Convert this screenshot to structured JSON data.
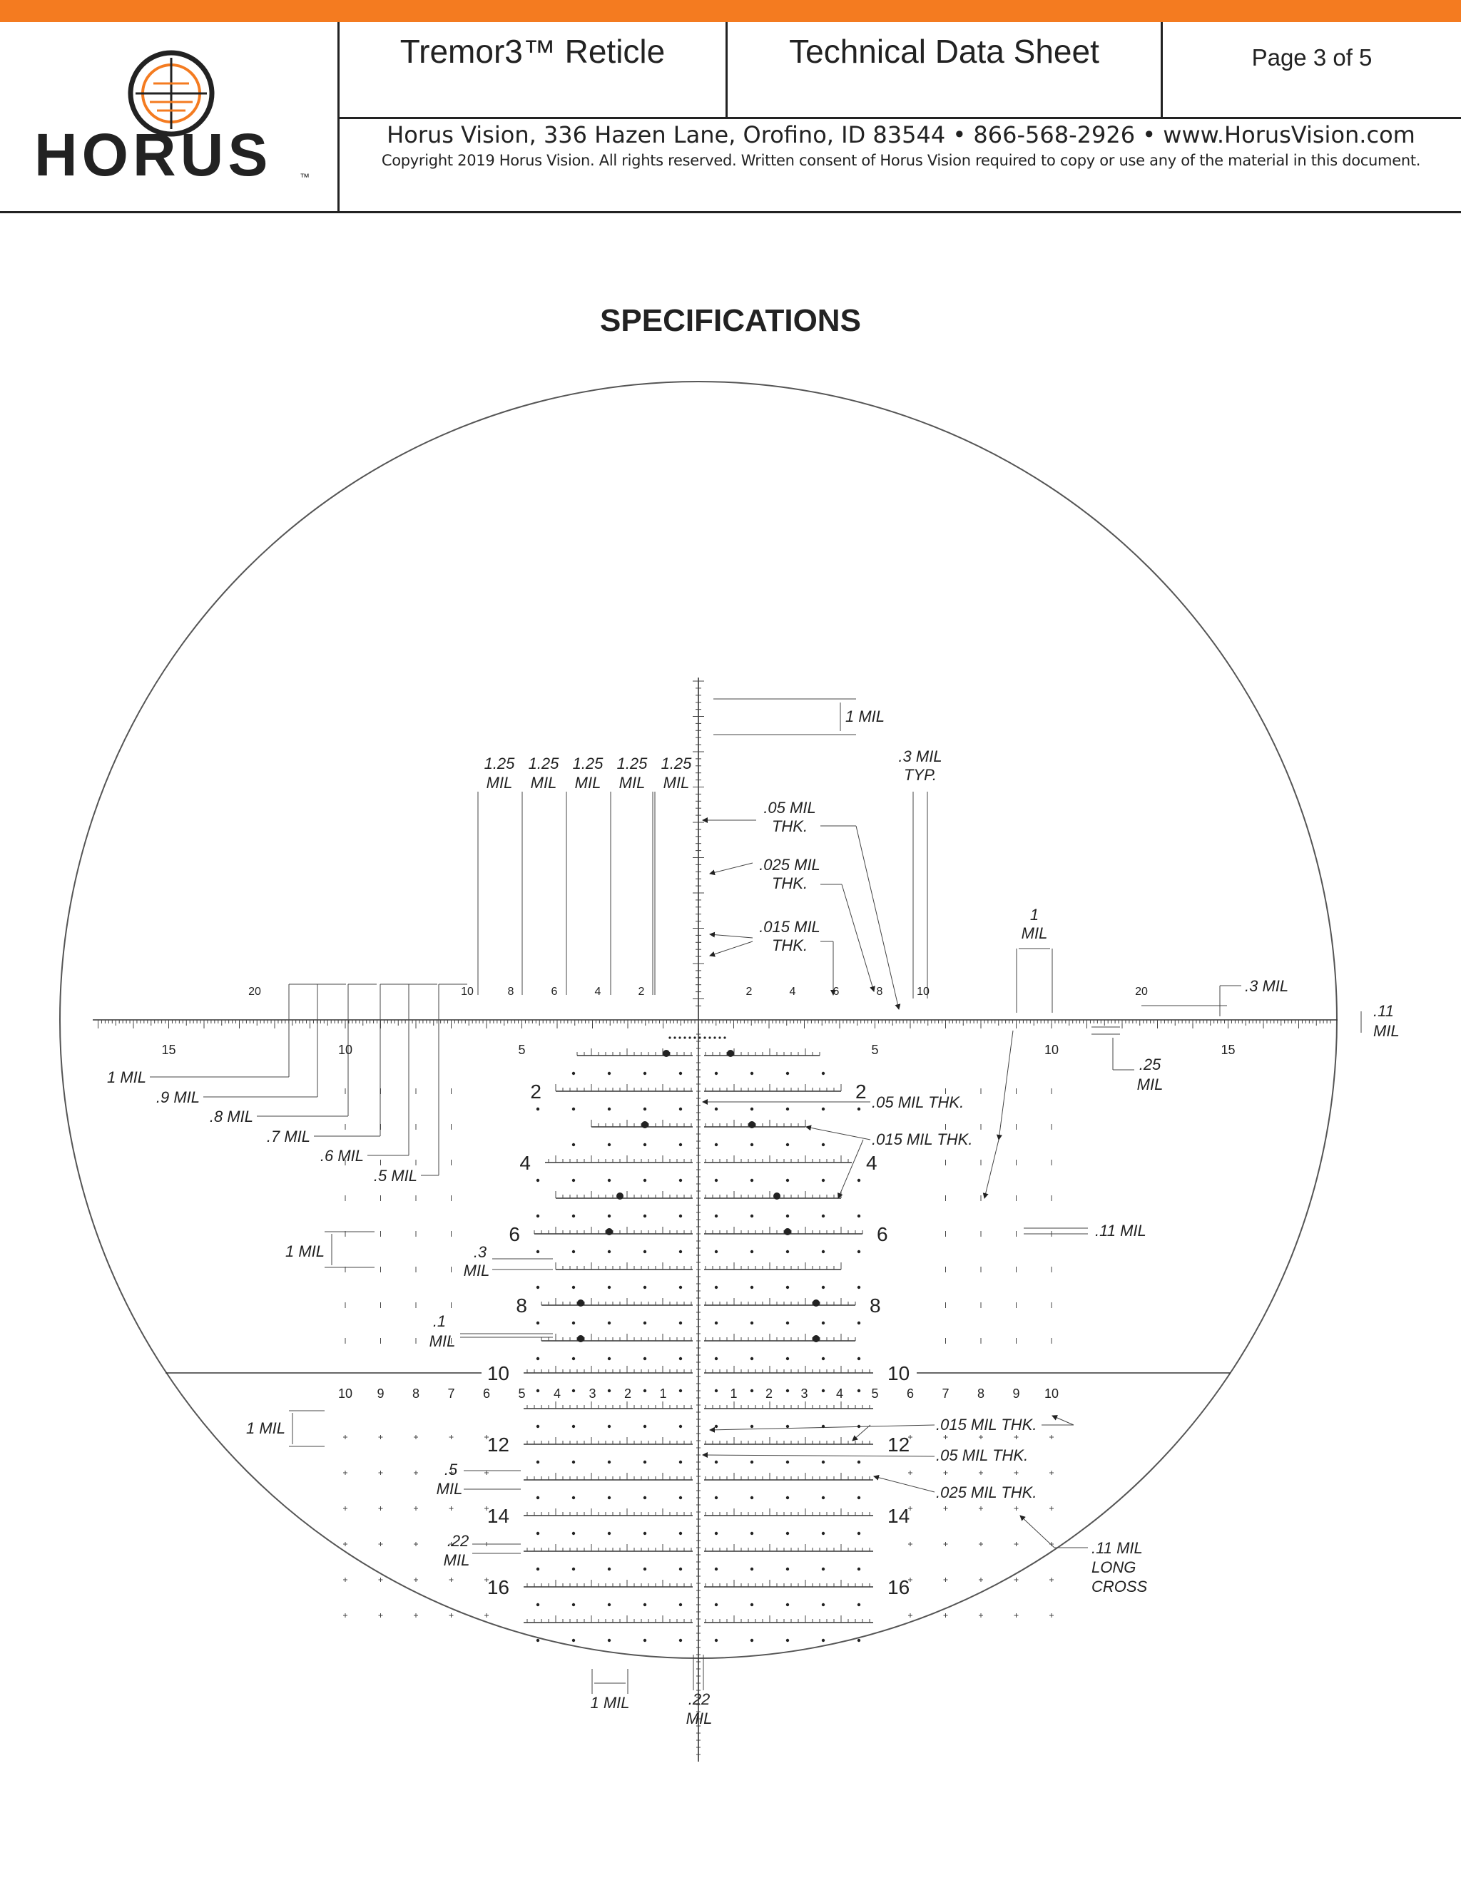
{
  "header": {
    "brand_name": "HORUS",
    "brand_mark": "™",
    "product_title": "Tremor3™ Reticle",
    "sheet_title": "Technical Data Sheet",
    "page_label": "Page 3 of 5",
    "address_line": "Horus Vision, 336 Hazen Lane, Orofino, ID 83544 • 866-568-2926 • www.HorusVision.com",
    "copyright_line": "Copyright 2019 Horus Vision. All rights reserved. Written consent of Horus Vision required to copy or use any of the material in this document."
  },
  "colors": {
    "accent": "#f47b20",
    "ink": "#222222",
    "line": "#555555"
  },
  "section_title": "SPECIFICATIONS",
  "reticle": {
    "horizontal_scale_labels": [
      "15",
      "10",
      "5",
      "5",
      "10",
      "15"
    ],
    "upper_small_labels": [
      "20",
      "10",
      "8",
      "6",
      "4",
      "2",
      "2",
      "4",
      "6",
      "8",
      "10",
      "20"
    ],
    "row_numbers": [
      "2",
      "4",
      "6",
      "8",
      "10",
      "12",
      "14",
      "16"
    ],
    "lower_scale_labels": [
      "10",
      "9",
      "8",
      "7",
      "6",
      "5",
      "4",
      "3",
      "2",
      "1",
      "1",
      "2",
      "3",
      "4",
      "5",
      "6",
      "7",
      "8",
      "9",
      "10"
    ],
    "callouts": {
      "one_mil_top": "1 MIL",
      "spacing_value": "1.25",
      "spacing_unit": "MIL",
      "three_mil_typ_1": ".3 MIL",
      "three_mil_typ_2": "TYP.",
      "c05_1": ".05 MIL",
      "c05_2": "THK.",
      "c025_1": ".025 MIL",
      "c025_2": "THK.",
      "c015_1": ".015 MIL",
      "c015_2": "THK.",
      "one_mil_right_1": "1",
      "one_mil_right_2": "MIL",
      "three_mil_right": ".3 MIL",
      "eleven_right_1": ".11",
      "eleven_right_2": "MIL",
      "twentyfive_1": ".25",
      "twentyfive_2": "MIL",
      "left_ladder": [
        "1 MIL",
        ".9 MIL",
        ".8 MIL",
        ".7 MIL",
        ".6 MIL",
        ".5 MIL"
      ],
      "c05_thk_mid": ".05 MIL THK.",
      "c015_thk_mid": ".015 MIL THK.",
      "eleven_mid": ".11 MIL",
      "one_mil_left": "1 MIL",
      "point3_1": ".3",
      "point3_2": "MIL",
      "point1_1": ".1",
      "point1_2": "MIL",
      "one_mil_lower": "1 MIL",
      "point5_1": ".5",
      "point5_2": "MIL",
      "point22_1": ".22",
      "point22_2": "MIL",
      "lower_015": ".015 MIL THK.",
      "lower_05": ".05 MIL THK.",
      "lower_025": ".025 MIL THK.",
      "long_cross_1": ".11 MIL",
      "long_cross_2": "LONG",
      "long_cross_3": "CROSS",
      "bottom_one_mil": "1 MIL",
      "bottom_22_1": ".22",
      "bottom_22_2": "MIL"
    }
  }
}
